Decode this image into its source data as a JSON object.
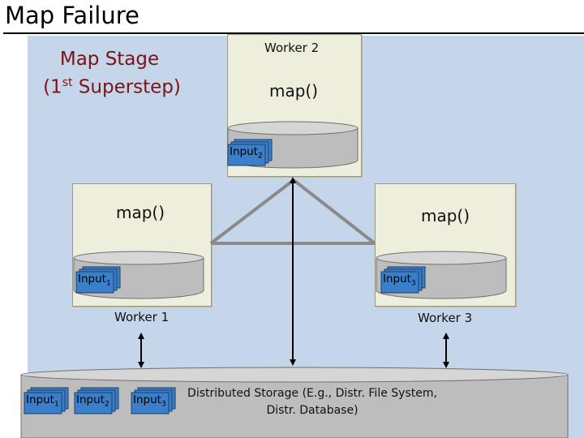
{
  "title": "Map Failure",
  "stage": {
    "line1": "Map Stage",
    "line2_prefix": "(1",
    "line2_sup": "st",
    "line2_suffix": " Superstep)"
  },
  "workers": [
    {
      "id": "worker-1",
      "label": "Worker 1",
      "function": "map()",
      "input_name": "Input",
      "input_index": "1"
    },
    {
      "id": "worker-2",
      "label": "Worker 2",
      "function": "map()",
      "input_name": "Input",
      "input_index": "2"
    },
    {
      "id": "worker-3",
      "label": "Worker 3",
      "function": "map()",
      "input_name": "Input",
      "input_index": "3"
    }
  ],
  "storage": {
    "line1": "Distributed Storage (E.g., Distr. File System,",
    "line2": "Distr. Database)",
    "inputs": [
      {
        "name": "Input",
        "index": "1"
      },
      {
        "name": "Input",
        "index": "2"
      },
      {
        "name": "Input",
        "index": "3"
      }
    ]
  },
  "colors": {
    "panel": "#c5d5ea",
    "worker_box": "#eeeedc",
    "disk": "#bdbdbd",
    "document": "#3a7fc9",
    "stage_text": "#7a1417",
    "network": "#8a8a8a"
  }
}
